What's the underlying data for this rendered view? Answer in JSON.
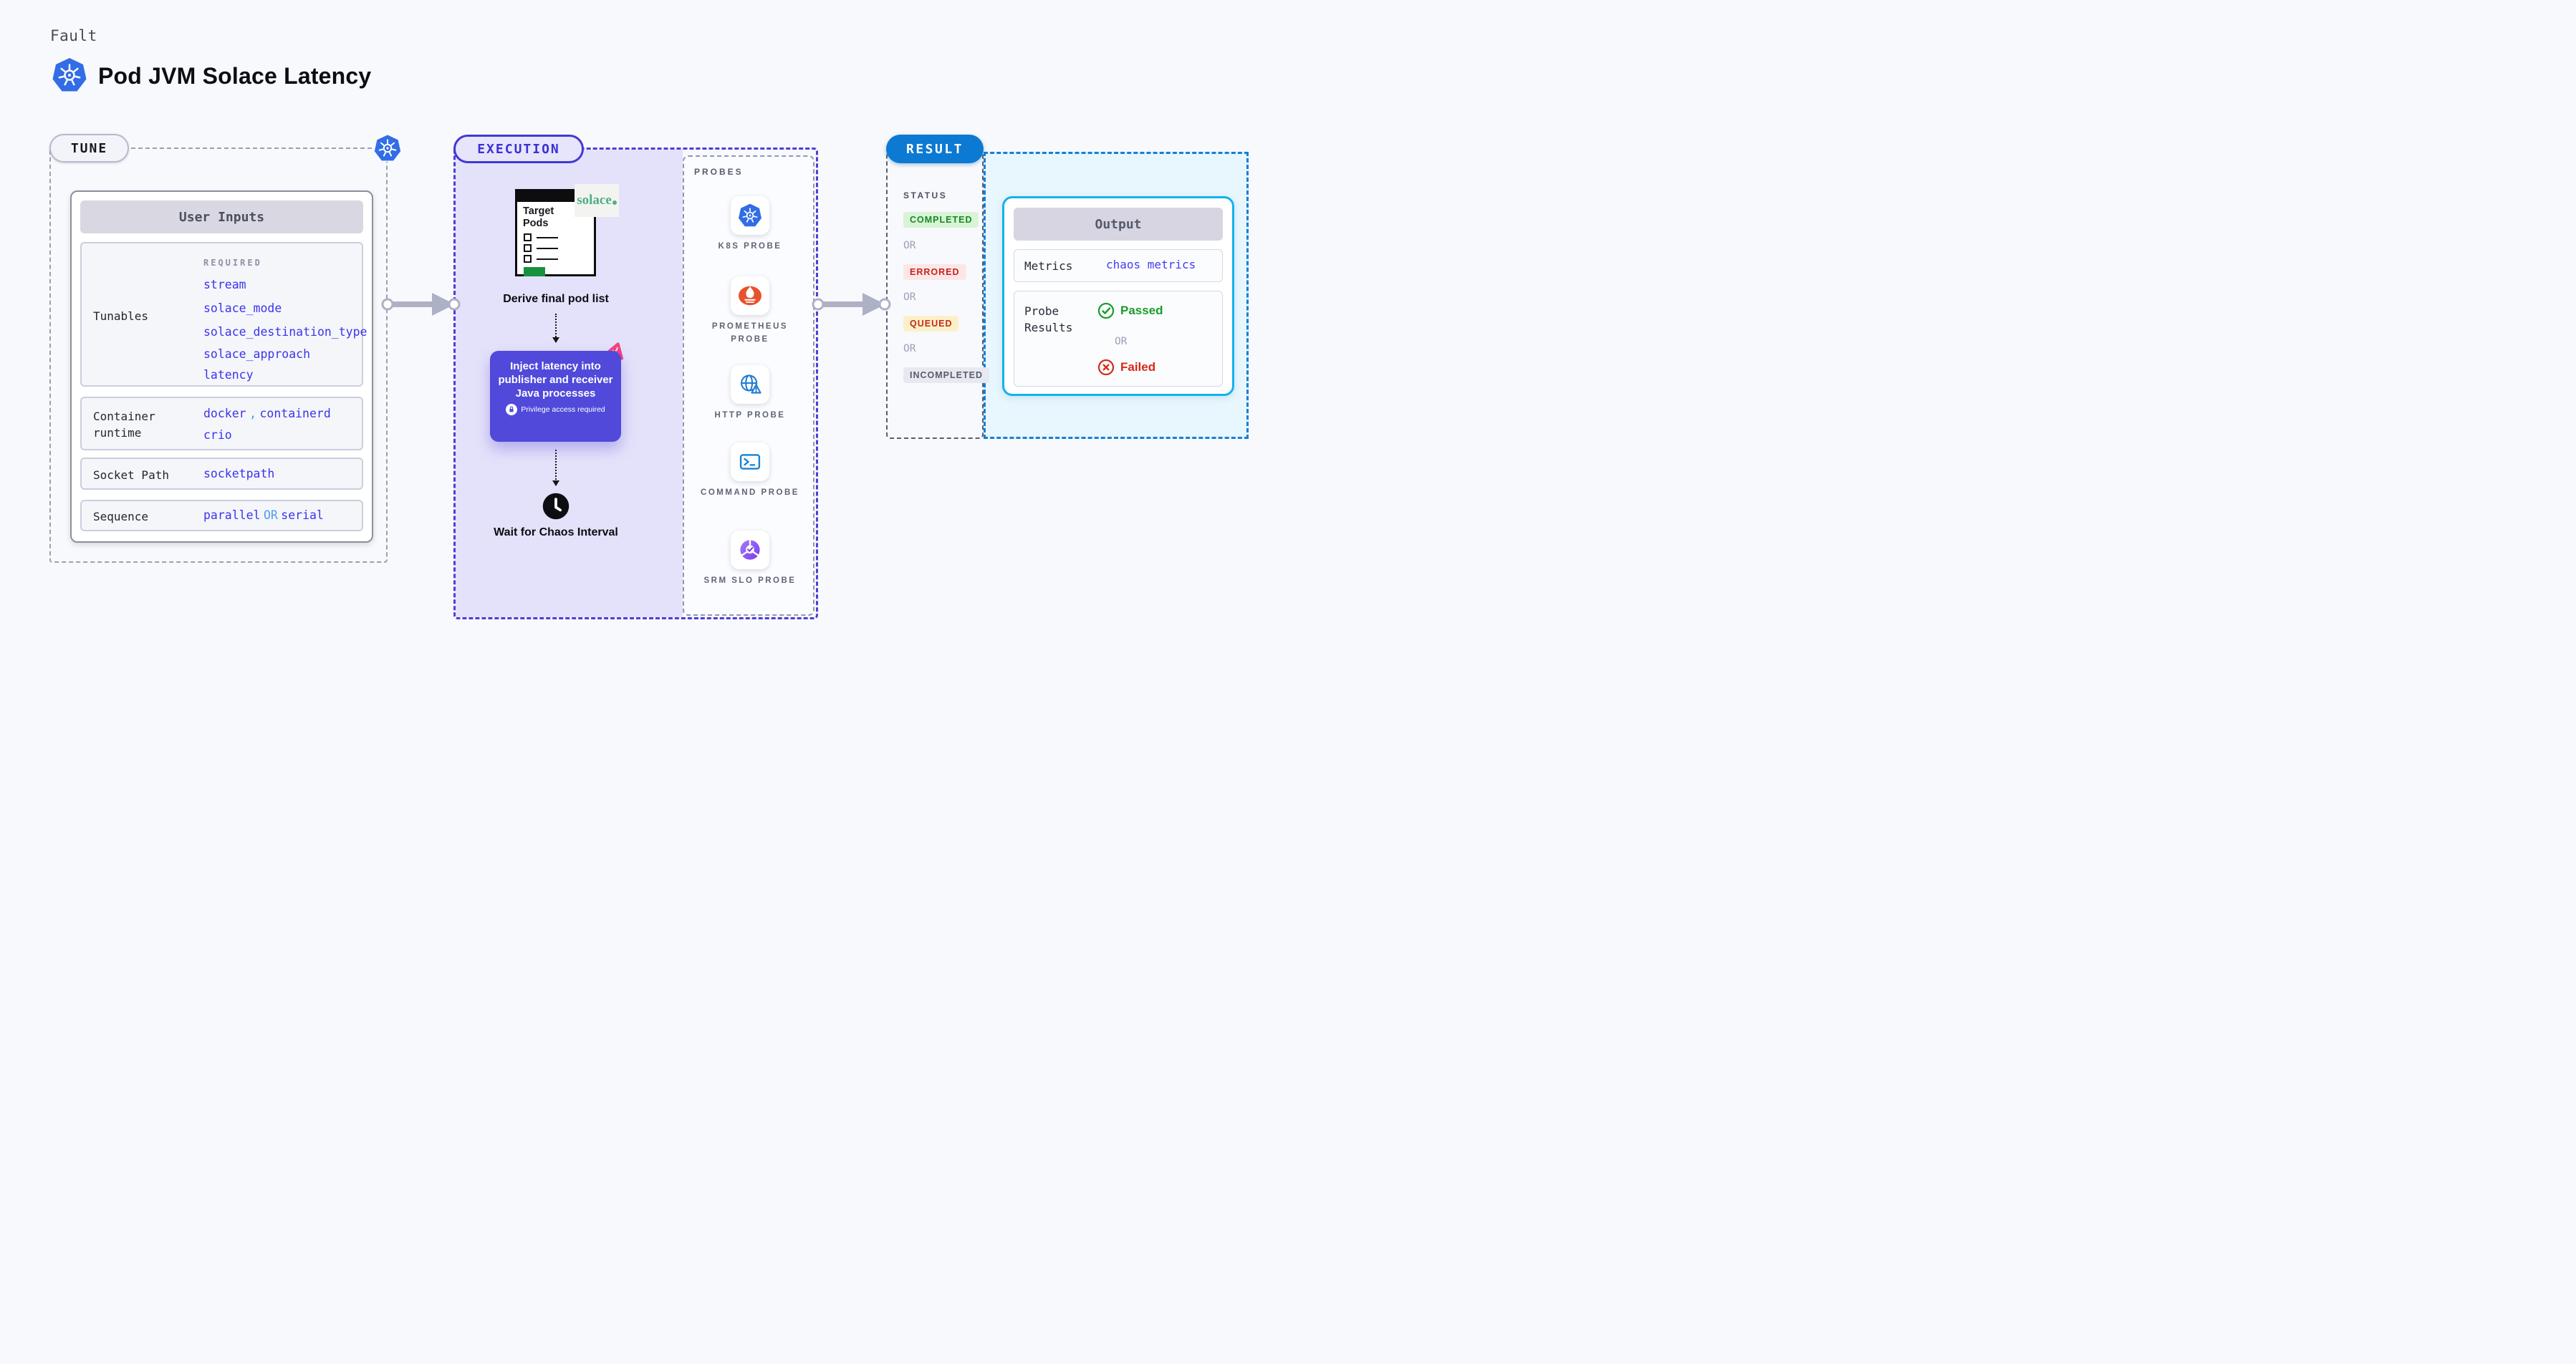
{
  "header": {
    "kicker": "Fault",
    "title": "Pod JVM Solace Latency"
  },
  "colors": {
    "accent_indigo": "#4238d4",
    "inject_bg": "#5049da",
    "result_blue": "#0c79d3",
    "output_border": "#14b2ea",
    "passed_green": "#1a9c2d",
    "failed_red": "#d62a18",
    "value_blue": "#3a34ec",
    "connector_blue": "#4f9cf0",
    "kubernetes_blue": "#326de6",
    "prometheus_orange": "#e6522c",
    "solace_green": "#4fae85",
    "harness_pink": "#f5417d",
    "arrow_gray": "#aeb1c6"
  },
  "tune": {
    "badge": "TUNE",
    "card_header": "User Inputs",
    "tunables_label": "Tunables",
    "required_label": "REQUIRED",
    "tunables": [
      "stream",
      "solace_mode",
      "solace_destination_type",
      "solace_approach",
      "latency"
    ],
    "runtime_label": "Container runtime",
    "runtime_value1": "docker",
    "runtime_sep": ",",
    "runtime_value2": "containerd",
    "runtime_value3": "crio",
    "socket_label": "Socket Path",
    "socket_value": "socketpath",
    "sequence_label": "Sequence",
    "sequence_value1": "parallel",
    "sequence_or": "OR",
    "sequence_value2": "serial"
  },
  "execution": {
    "badge": "EXECUTION",
    "target_pods_title": "Target Pods",
    "solace_logo": "solace",
    "derive_label": "Derive final pod list",
    "inject_text": "Inject latency into publisher and receiver Java processes",
    "privilege_label": "Privilege access required",
    "wait_label": "Wait for Chaos Interval"
  },
  "probes": {
    "section_label": "PROBES",
    "items": [
      {
        "label": "K8S PROBE",
        "icon": "kubernetes-icon"
      },
      {
        "label": "PROMETHEUS PROBE",
        "icon": "prometheus-icon"
      },
      {
        "label": "HTTP PROBE",
        "icon": "http-globe-icon"
      },
      {
        "label": "COMMAND PROBE",
        "icon": "terminal-icon"
      },
      {
        "label": "SRM SLO PROBE",
        "icon": "srm-slo-icon"
      }
    ]
  },
  "result": {
    "badge": "RESULT",
    "status_label": "STATUS",
    "or_label": "OR",
    "statuses": [
      {
        "label": "COMPLETED",
        "type": "completed"
      },
      {
        "label": "ERRORED",
        "type": "errored"
      },
      {
        "label": "QUEUED",
        "type": "queued"
      },
      {
        "label": "INCOMPLETED",
        "type": "incompleted"
      }
    ],
    "output": {
      "header": "Output",
      "metrics_label": "Metrics",
      "metrics_value": "chaos metrics",
      "probe_results_label": "Probe Results",
      "passed_label": "Passed",
      "or_label": "OR",
      "failed_label": "Failed"
    }
  }
}
